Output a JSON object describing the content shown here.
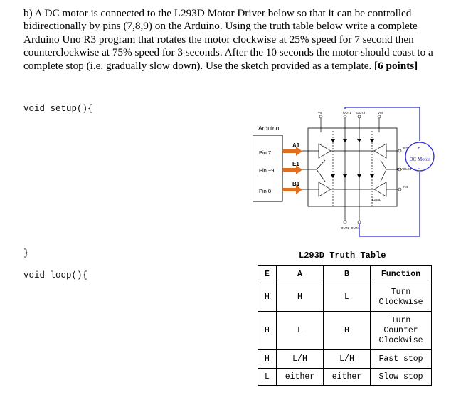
{
  "question": {
    "prefix": "b) A DC motor is connected to the L293D Motor Driver below so that it can be controlled bidirectionally by pins (7,8,9) on the Arduino. Using the truth table below write a complete Arduino Uno R3 program that rotates the motor clockwise at 25% speed for 7 second then counterclockwise at 75% speed for 3 seconds. After the 10 seconds the motor should coast to a complete stop (i.e. gradually slow down). Use the sketch provided as a template.",
    "points": "[6 points]"
  },
  "code": {
    "setup_open": "void setup(){",
    "setup_close": "}",
    "loop_open": "void loop(){"
  },
  "diagram": {
    "arduino_label": "Arduino",
    "pins": [
      "Pin 7",
      "Pin ~9",
      "Pin 8"
    ],
    "signals": [
      "A1",
      "E1",
      "B1"
    ],
    "motor_label": "DC Motor",
    "plus": "+",
    "minus": "-",
    "chip_label": "L293D",
    "top_labels": [
      "Vs",
      "OUT1",
      "OUT3",
      "Vss"
    ],
    "bottom_labels": [
      "OUT2",
      "OUT4"
    ],
    "right_labels": [
      "IN3",
      "ENABLE2",
      "IN4"
    ]
  },
  "truth_table": {
    "title": "L293D Truth Table",
    "headers": [
      "E",
      "A",
      "B",
      "Function"
    ],
    "rows": [
      [
        "H",
        "H",
        "L",
        "Turn Clockwise"
      ],
      [
        "H",
        "L",
        "H",
        "Turn Counter Clockwise"
      ],
      [
        "H",
        "L/H",
        "L/H",
        "Fast stop"
      ],
      [
        "L",
        "either",
        "either",
        "Slow stop"
      ]
    ]
  }
}
